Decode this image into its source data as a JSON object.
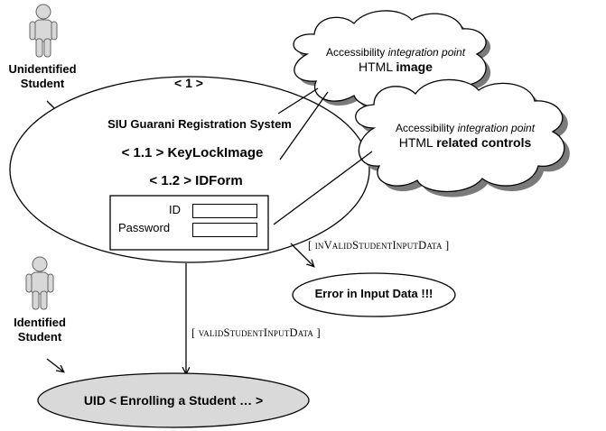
{
  "actors": {
    "unidentified": {
      "line1": "Unidentified",
      "line2": "Student"
    },
    "identified": {
      "line1": "Identified",
      "line2": "Student"
    }
  },
  "main_node": {
    "number": "< 1 >",
    "title": "SIU Guarani Registration System",
    "item1": "< 1.1 >  KeyLockImage",
    "item2": "< 1.2 >  IDForm"
  },
  "form": {
    "id_label": "ID",
    "password_label": "Password"
  },
  "cloud1": {
    "line1_prefix": "Accessibility ",
    "line1_italic": "integration point",
    "line2_prefix": "HTML ",
    "line2_bold": "image"
  },
  "cloud2": {
    "line1_prefix": "Accessibility ",
    "line1_italic": "integration point",
    "line2_prefix": "HTML ",
    "line2_bold": "related controls"
  },
  "transitions": {
    "invalid": "[ inValidStudentInputData ]",
    "valid": "[ validStudentInputData ]"
  },
  "error_node": {
    "label": "Error in Input Data !!!"
  },
  "uid_node": {
    "label": "UID < Enrolling a Student … >"
  },
  "colors": {
    "uid_fill": "#d9d9d9",
    "actor_fill": "#d8d8d8",
    "cloud_shadow": "#7a7a7a"
  }
}
